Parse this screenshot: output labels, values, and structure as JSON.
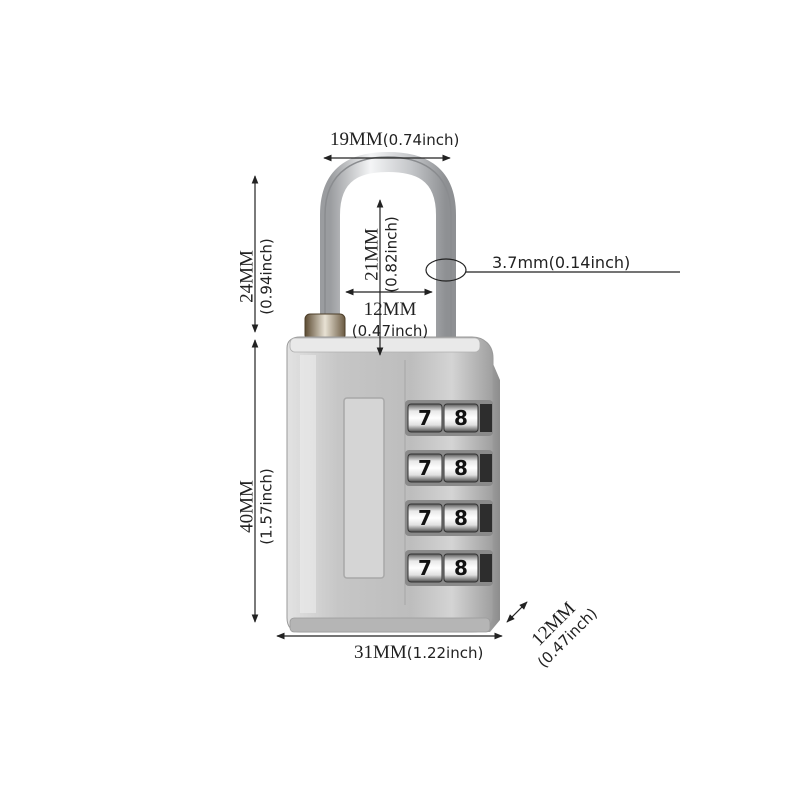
{
  "dimensions": {
    "shackle_width": {
      "mm": "19MM",
      "inch": "(0.74inch)"
    },
    "shackle_height": {
      "mm": "24MM",
      "inch": "(0.94inch)"
    },
    "shackle_inner_height": {
      "mm": "21MM",
      "inch": "(0.82inch)"
    },
    "shackle_inner_width": {
      "mm": "12MM",
      "inch": "(0.47inch)"
    },
    "shackle_diameter": {
      "label": "3.7mm(0.14inch)"
    },
    "body_height": {
      "mm": "40MM",
      "inch": "(1.57inch)"
    },
    "body_width": {
      "mm": "31MM",
      "inch": "(1.22inch)"
    },
    "body_depth": {
      "mm": "12MM",
      "inch": "(0.47inch)"
    }
  },
  "dials": [
    {
      "left": "7",
      "right": "8"
    },
    {
      "left": "7",
      "right": "8"
    },
    {
      "left": "7",
      "right": "8"
    },
    {
      "left": "7",
      "right": "8"
    }
  ],
  "colors": {
    "body": "#c9c9c9",
    "body_highlight": "#e6e6e6",
    "shackle": "#d9dbde",
    "line": "#222222"
  }
}
